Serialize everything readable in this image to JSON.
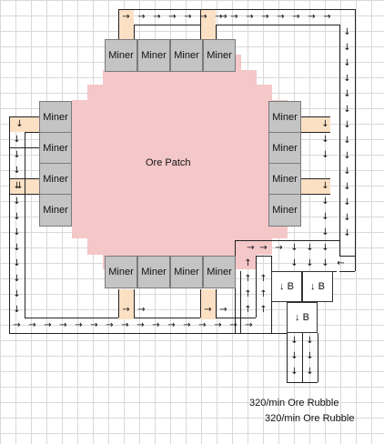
{
  "ore_patch_label": "Ore Patch",
  "miner_label": "Miner",
  "splitter_label": "↓ B",
  "output_labels": [
    "320/min Ore Rubble",
    "320/min Ore Rubble"
  ],
  "glyphs": {
    "right": "→",
    "left": "←",
    "up": "↑",
    "down": "↓"
  },
  "colors": {
    "ore": "#f4c7c8",
    "miner": "#c4c4c4",
    "feed": "#fbe0c4",
    "belt": "#222222"
  }
}
